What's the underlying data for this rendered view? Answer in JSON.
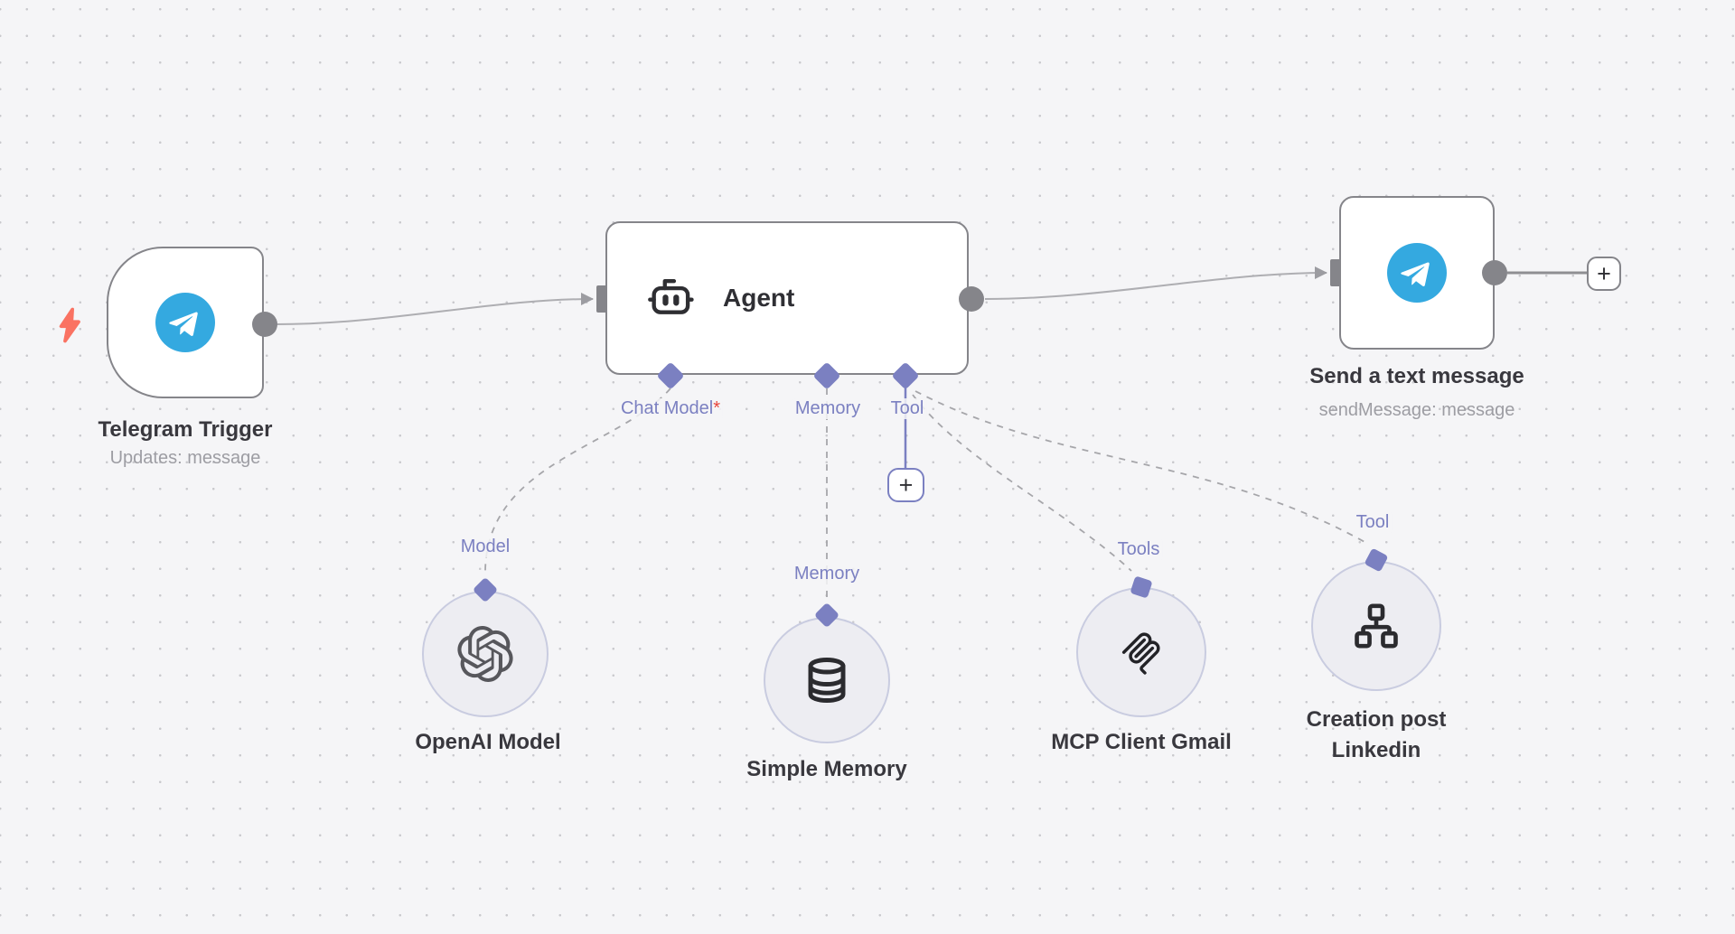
{
  "ui": {
    "plus": "+"
  },
  "nodes": {
    "telegram_trigger": {
      "title": "Telegram Trigger",
      "subtitle": "Updates: message"
    },
    "agent": {
      "title": "Agent",
      "ports": {
        "chat_model": {
          "label": "Chat Model",
          "required": "*"
        },
        "memory": {
          "label": "Memory"
        },
        "tool": {
          "label": "Tool"
        }
      }
    },
    "send_message": {
      "title": "Send a text message",
      "subtitle": "sendMessage: message"
    },
    "openai_model": {
      "port": "Model",
      "title": "OpenAI Model"
    },
    "simple_memory": {
      "port": "Memory",
      "title": "Simple Memory"
    },
    "mcp_client_gmail": {
      "port": "Tools",
      "title": "MCP Client Gmail"
    },
    "creation_post_linkedin": {
      "port": "Tool",
      "title": "Creation post Linkedin"
    }
  },
  "icons": {
    "trigger_indicator": "lightning-bolt",
    "telegram": "telegram-paper-plane",
    "agent": "robot",
    "openai": "openai-logo",
    "memory": "database-cylinder",
    "mcp": "mcp-logo",
    "linkedin_tool": "sitemap-network",
    "add": "plus"
  },
  "colors": {
    "canvas_bg": "#f5f5f7",
    "grid_dot": "#c9c9cd",
    "node_border": "#85858a",
    "connection_line": "#aeaeb2",
    "accent_purple": "#7b80c1",
    "required_red": "#e8453c",
    "telegram_blue": "#34a9e0",
    "trigger_bolt": "#fa7262",
    "subnode_fill": "#ededf2",
    "subnode_border": "#c9cce0",
    "title_text": "#39383e",
    "subtitle_text": "#9d9da3"
  }
}
